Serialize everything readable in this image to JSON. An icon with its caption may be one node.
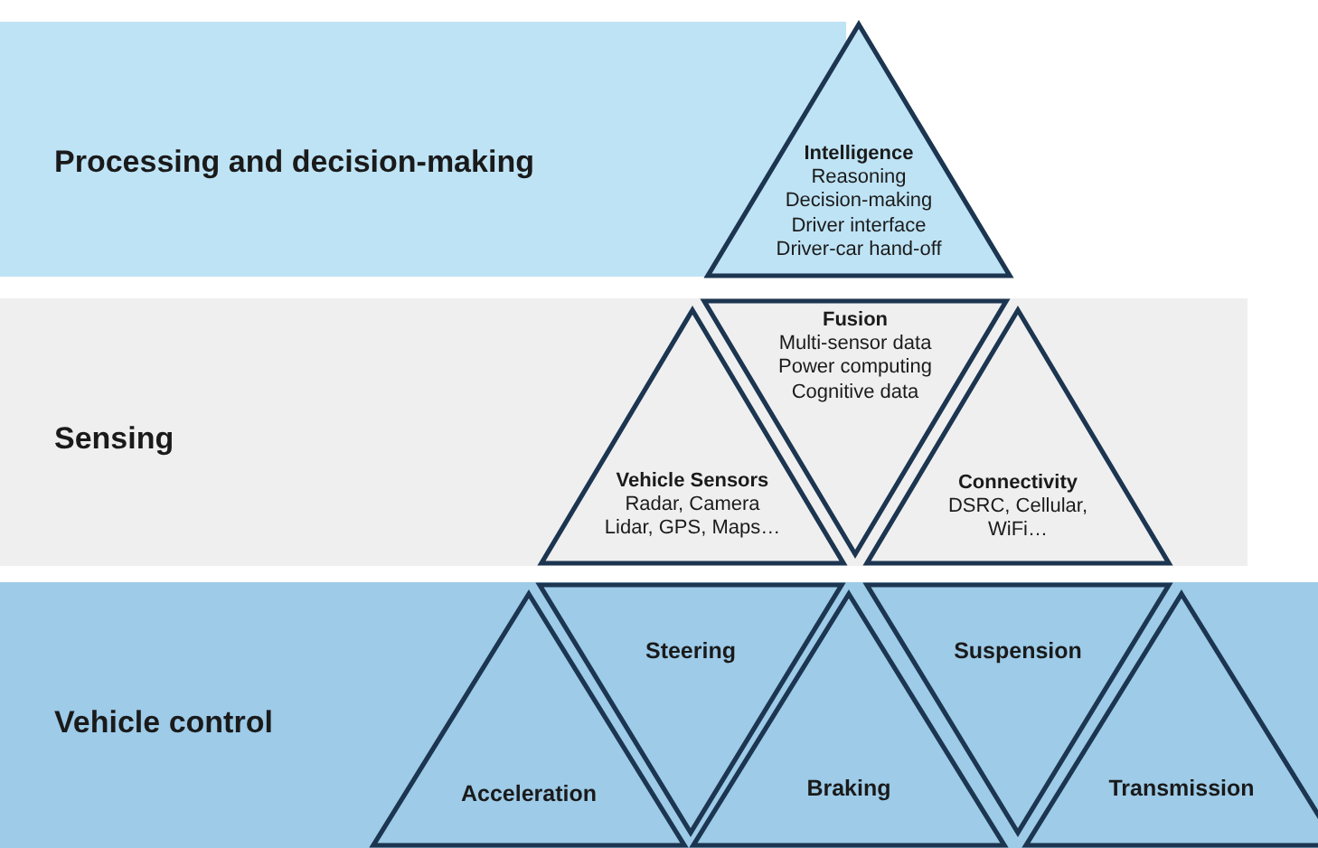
{
  "diagram": {
    "nodes": [
      {
        "text": [
          "Processing and decision-making"
        ]
      },
      {
        "text": [
          "Intelligence",
          "Reasoning",
          "Decision-making",
          "Driver interface",
          "Driver-car hand-off"
        ]
      },
      {
        "text": [
          "Sensing"
        ]
      },
      {
        "text": [
          "Vehicle Sensors",
          "Radar, Camera",
          "Lidar, GPS, Maps…"
        ],
        "in": 2
      },
      {
        "text": [
          "Fusion",
          "Multi-sensor data",
          "Power computing",
          "Cognitive data"
        ],
        "in": 2
      },
      {
        "text": [
          "Connectivity",
          "DSRC, Cellular, WiFi…"
        ],
        "in": 2
      },
      {
        "text": [
          "Vehicle control"
        ]
      },
      {
        "text": [
          "Acceleration"
        ],
        "in": 6
      },
      {
        "text": [
          "Steering"
        ],
        "in": 6
      },
      {
        "text": [
          "Braking"
        ],
        "in": 6
      },
      {
        "text": [
          "Suspension"
        ],
        "in": 6
      },
      {
        "text": [
          "Transmission"
        ],
        "in": 6
      }
    ]
  }
}
